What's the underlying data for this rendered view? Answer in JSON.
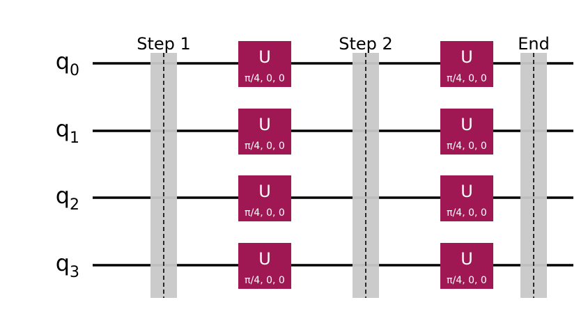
{
  "colors": {
    "gate_fill": "#9F1853",
    "gate_text": "#FFFFFF",
    "barrier_fill": "#C8C8C8",
    "wire": "#000000"
  },
  "qubits": [
    {
      "label": "q",
      "index": "0"
    },
    {
      "label": "q",
      "index": "1"
    },
    {
      "label": "q",
      "index": "2"
    },
    {
      "label": "q",
      "index": "3"
    }
  ],
  "barriers": [
    {
      "label": "Step 1"
    },
    {
      "label": "Step 2"
    },
    {
      "label": "End"
    }
  ],
  "gate_columns": [
    {
      "gates": [
        {
          "name": "U",
          "params": "π/4, 0, 0"
        },
        {
          "name": "U",
          "params": "π/4, 0, 0"
        },
        {
          "name": "U",
          "params": "π/4, 0, 0"
        },
        {
          "name": "U",
          "params": "π/4, 0, 0"
        }
      ]
    },
    {
      "gates": [
        {
          "name": "U",
          "params": "π/4, 0, 0"
        },
        {
          "name": "U",
          "params": "π/4, 0, 0"
        },
        {
          "name": "U",
          "params": "π/4, 0, 0"
        },
        {
          "name": "U",
          "params": "π/4, 0, 0"
        }
      ]
    }
  ]
}
